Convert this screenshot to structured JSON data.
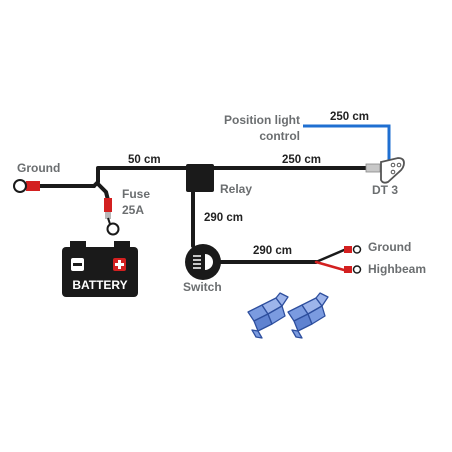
{
  "labels": {
    "ground_left": "Ground",
    "fuse": "Fuse",
    "fuse_rating": "25A",
    "relay": "Relay",
    "switch": "Switch",
    "position_light_line1": "Position light",
    "position_light_line2": "control",
    "connector": "DT 3",
    "ground_right": "Ground",
    "highbeam": "Highbeam",
    "battery": "BATTERY",
    "battery_minus": "−",
    "battery_plus": "+"
  },
  "wire_lengths": {
    "battery_to_relay": "50 cm",
    "relay_to_connector": "250 cm",
    "position_light": "250 cm",
    "relay_to_switch": "290 cm",
    "switch_to_output": "290 cm"
  },
  "colors": {
    "wire": "#1a1a1a",
    "control_wire": "#1f6fd1",
    "terminal_red": "#d32020",
    "battery_body": "#1a1a1a",
    "battery_plus": "#d32020",
    "label_gray": "#6b6e70",
    "connector_blue": "#6f92d9"
  }
}
